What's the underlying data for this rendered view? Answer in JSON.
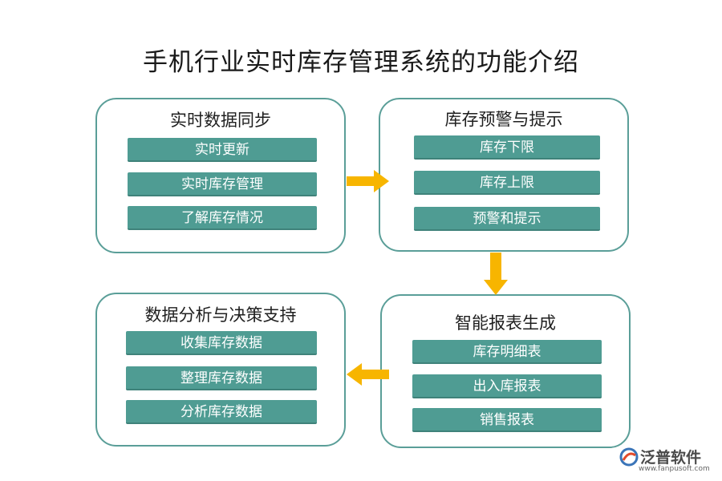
{
  "title": "手机行业实时库存管理系统的功能介绍",
  "panels": [
    {
      "title": "实时数据同步",
      "items": [
        "实时更新",
        "实时库存管理",
        "了解库存情况"
      ]
    },
    {
      "title": "库存预警与提示",
      "items": [
        "库存下限",
        "库存上限",
        "预警和提示"
      ]
    },
    {
      "title": "数据分析与决策支持",
      "items": [
        "收集库存数据",
        "整理库存数据",
        "分析库存数据"
      ]
    },
    {
      "title": "智能报表生成",
      "items": [
        "库存明细表",
        "出入库报表",
        "销售报表"
      ]
    }
  ],
  "logo": {
    "name": "泛普软件",
    "url": "www.fanpusoft.com"
  },
  "colors": {
    "panel_border": "#5a9e98",
    "item_fill": "#4f9c93",
    "arrow": "#f7b500"
  }
}
